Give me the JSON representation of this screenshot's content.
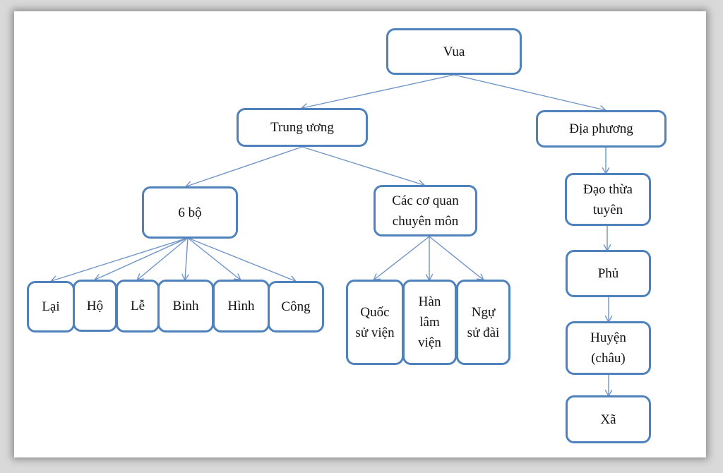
{
  "colors": {
    "border": "#4f81bd",
    "connector": "#6f95c6",
    "background": "#ffffff"
  },
  "nodes": {
    "vua": "Vua",
    "trung_uong": "Trung ương",
    "dia_phuong": "Địa phương",
    "sau_bo": "6 bộ",
    "cac_co_quan": "Các cơ quan chuyên môn",
    "lai": "Lại",
    "ho": "Hộ",
    "le": "Lễ",
    "binh": "Binh",
    "hinh": "Hình",
    "cong": "Công",
    "quoc_su_vien": "Quốc sử viện",
    "han_lam_vien": "Hàn lâm viện",
    "ngu_su_dai": "Ngự sử đài",
    "dao_thua_tuyen": "Đạo thừa tuyên",
    "phu": "Phủ",
    "huyen_chau": "Huyện (châu)",
    "xa": "Xã"
  }
}
